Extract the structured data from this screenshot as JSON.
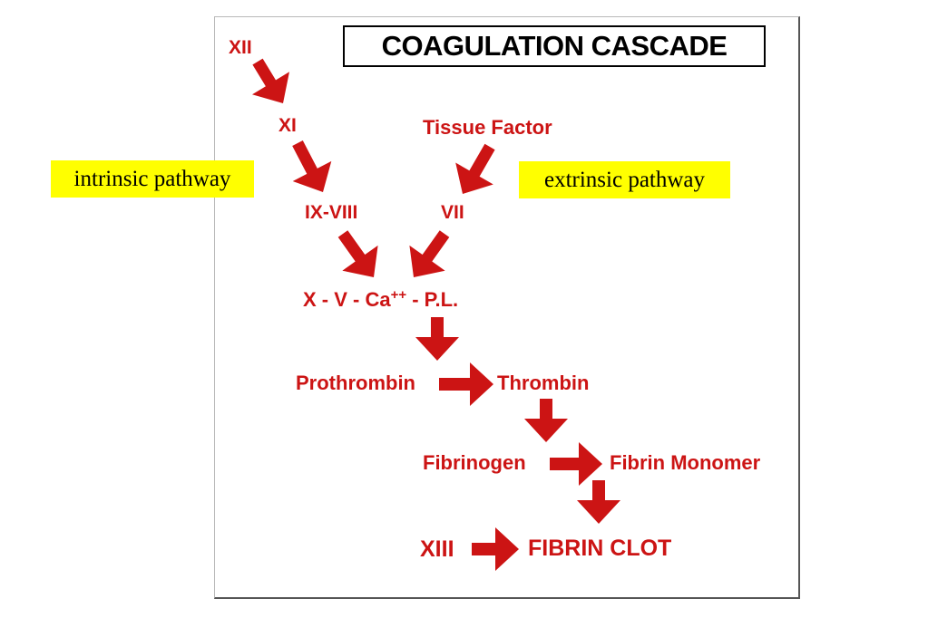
{
  "title": "COAGULATION CASCADE",
  "labels": {
    "intrinsic": "intrinsic pathway",
    "extrinsic": "extrinsic pathway"
  },
  "factors": {
    "xii": "XII",
    "xi": "XI",
    "ix_viii": "IX-VIII",
    "tissue_factor": "Tissue Factor",
    "vii": "VII",
    "complex_main": "X - V - Ca",
    "complex_sup": "++",
    "complex_tail": " - P.L.",
    "prothrombin": "Prothrombin",
    "thrombin": "Thrombin",
    "fibrinogen": "Fibrinogen",
    "fibrin_monomer": "Fibrin Monomer",
    "xiii": "XIII",
    "fibrin_clot": "FIBRIN CLOT"
  },
  "colors": {
    "arrow": "#cc1414",
    "text_red": "#cc1414",
    "highlight": "#ffff00",
    "title_border": "#000000"
  }
}
